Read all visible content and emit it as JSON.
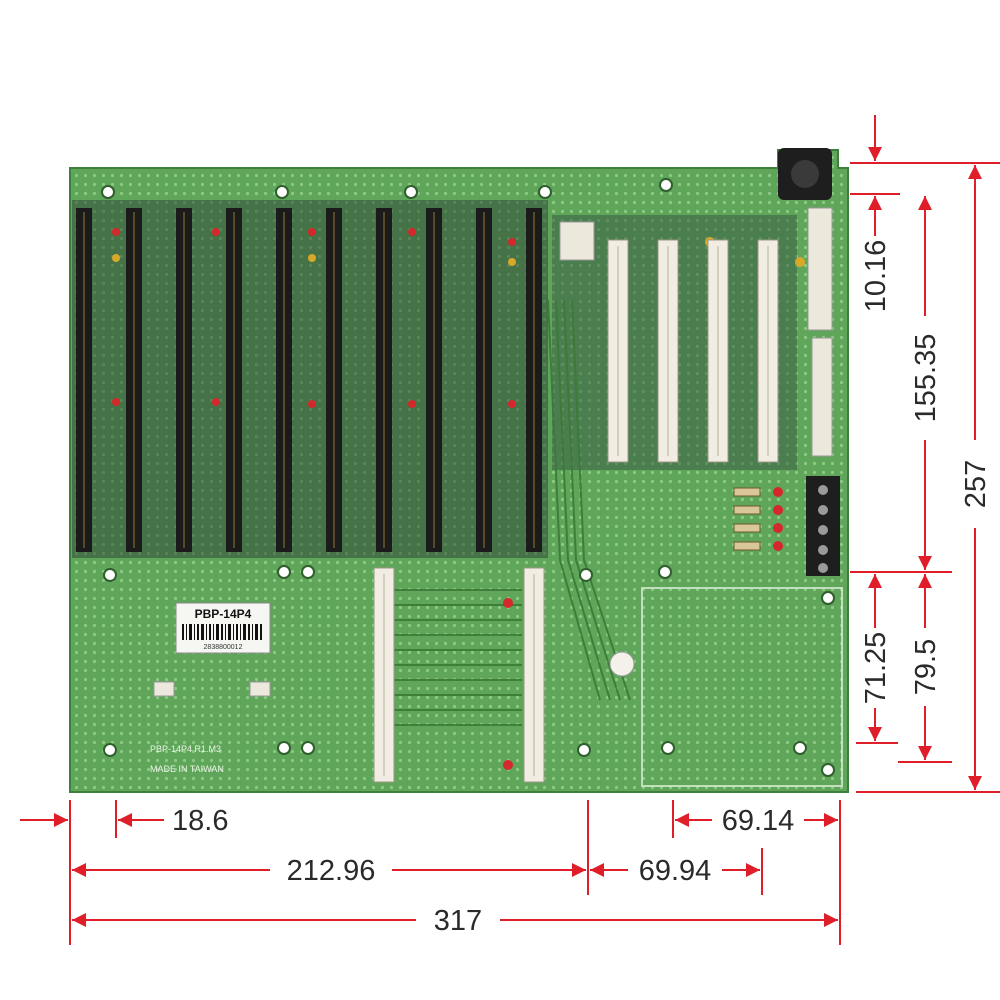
{
  "board": {
    "model_label": "PBP-14P4",
    "serial_label": "2838800012",
    "silk_revision": "PBP-14P4 R1.M3",
    "silk_origin": "MADE IN TAIWAN"
  },
  "dimensions": {
    "horizontal": [
      {
        "id": "h-18-6",
        "label": "18.6"
      },
      {
        "id": "h-212-96",
        "label": "212.96"
      },
      {
        "id": "h-69-94",
        "label": "69.94"
      },
      {
        "id": "h-69-14",
        "label": "69.14"
      },
      {
        "id": "h-317",
        "label": "317"
      }
    ],
    "vertical": [
      {
        "id": "v-10-16",
        "label": "10.16"
      },
      {
        "id": "v-155-35",
        "label": "155.35"
      },
      {
        "id": "v-257",
        "label": "257"
      },
      {
        "id": "v-71-25",
        "label": "71.25"
      },
      {
        "id": "v-79-5",
        "label": "79.5"
      }
    ]
  },
  "colors": {
    "pcb": "#5fa55a",
    "pcb_dark": "#3f7f3c",
    "dimension": "#e01e2a",
    "slot_isa": "#1b1b1b",
    "slot_pci": "#f1ede2"
  }
}
